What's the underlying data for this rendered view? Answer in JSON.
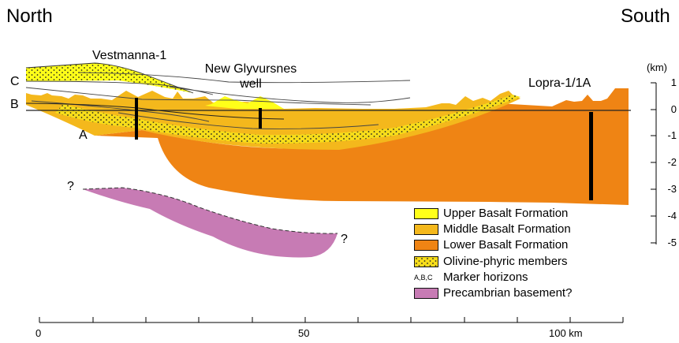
{
  "headers": {
    "north": "North",
    "south": "South"
  },
  "markers": {
    "a": "A",
    "b": "B",
    "c": "C"
  },
  "wells": {
    "vestmanna": "Vestmanna-1",
    "glyvursnes_line1": "New Glyvursnes",
    "glyvursnes_line2": "well",
    "lopra": "Lopra-1/1A"
  },
  "uncertainty_marks": [
    "?",
    "?"
  ],
  "depth_axis": {
    "unit": "(km)",
    "ticks": [
      "1",
      "0",
      "-1",
      "-2",
      "-3",
      "-4",
      "-5"
    ]
  },
  "distance_axis": {
    "labels": [
      "0",
      "50",
      "100 km"
    ]
  },
  "legend": {
    "items": [
      {
        "label": "Upper Basalt Formation",
        "color": "#ffff19"
      },
      {
        "label": "Middle Basalt Formation",
        "color": "#f4b81c"
      },
      {
        "label": "Lower Basalt Formation",
        "color": "#ef8414"
      },
      {
        "label": "Olivine-phyric members",
        "color": "#f7dd1a",
        "pattern": "dots"
      },
      {
        "label": "Marker horizons",
        "symbol": "A,B,C"
      },
      {
        "label": "Precambrian basement?",
        "color": "#c77bb4"
      }
    ]
  },
  "colors": {
    "upper_basalt": "#ffff19",
    "middle_basalt": "#f4b81c",
    "lower_basalt": "#ef8414",
    "olivine_phyric": "#f7dd1a",
    "basement": "#c77bb4"
  }
}
